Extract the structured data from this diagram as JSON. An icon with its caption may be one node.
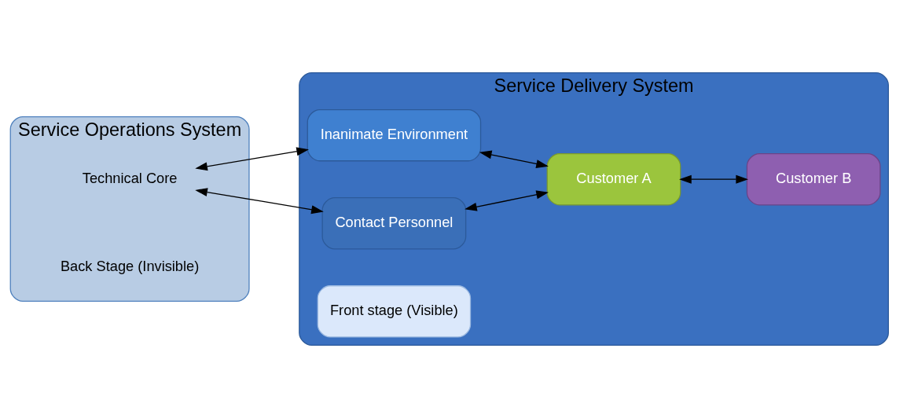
{
  "diagram": {
    "nodes": [
      {
        "text": [
          "Service Operations System"
        ]
      },
      {
        "text": [
          "Service Delivery System"
        ]
      },
      {
        "text": [
          "Technical Core"
        ],
        "in": 0
      },
      {
        "text": [
          "Back Stage (Invisible)"
        ],
        "in": 0
      },
      {
        "text": [
          "Inanimate Environment"
        ],
        "in": 1
      },
      {
        "text": [
          "Contact Personnel"
        ],
        "in": 1
      },
      {
        "text": [
          "Front stage (Visible)"
        ],
        "in": 1
      },
      {
        "text": [
          "Customer A"
        ],
        "in": 1
      },
      {
        "text": [
          "Customer B"
        ],
        "in": 1
      }
    ],
    "edges": [
      {
        "from": 2,
        "to": 4,
        "arrow": "both"
      },
      {
        "from": 2,
        "to": 5,
        "arrow": "both"
      },
      {
        "from": 4,
        "to": 7,
        "arrow": "both"
      },
      {
        "from": 5,
        "to": 7,
        "arrow": "both"
      },
      {
        "from": 7,
        "to": 8,
        "arrow": "both"
      }
    ]
  }
}
